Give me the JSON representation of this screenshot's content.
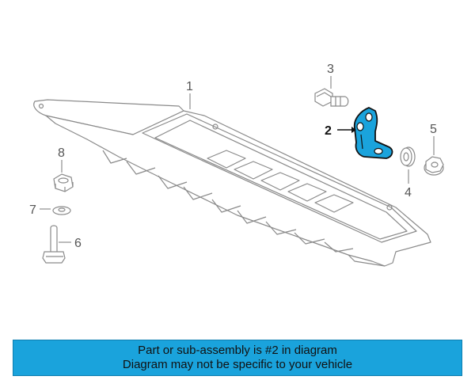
{
  "callouts": {
    "c1": "1",
    "c2": "2",
    "c3": "3",
    "c4": "4",
    "c5": "5",
    "c6": "6",
    "c7": "7",
    "c8": "8"
  },
  "banner": {
    "line1": "Part or sub-assembly is #2 in diagram",
    "line2": "Diagram may not be specific to your vehicle"
  },
  "colors": {
    "highlight": "#1aa3dc",
    "banner_bg": "#1aa3dc",
    "line": "#777777"
  }
}
